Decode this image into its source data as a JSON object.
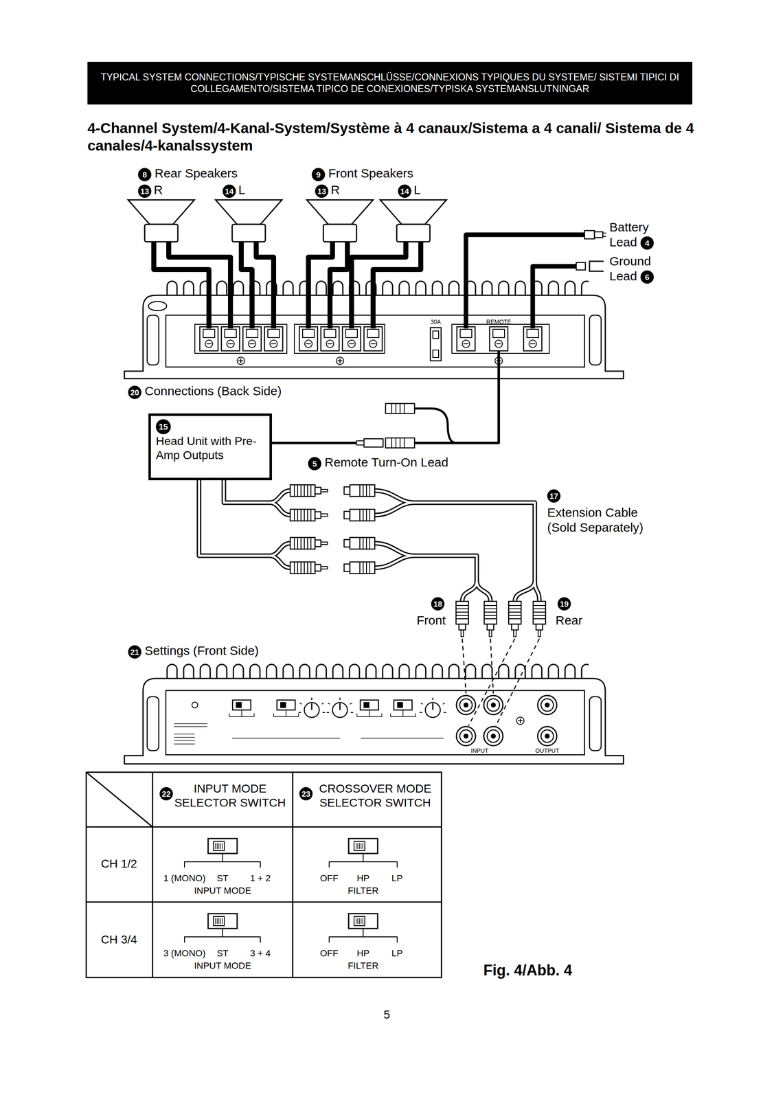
{
  "diagram": {
    "title": "4-Channel System/4-Kanal-System/Système à 4 canaux/Sistema a 4 canali/ Sistema de 4 canales/4-kanalssystem",
    "caption": "Fig. 4/Abb. 4",
    "nodes": [
      {
        "text": [
          "TYPICAL SYSTEM CONNECTIONS/TYPISCHE SYSTEMANSCHLÜSSE/CONNEXIONS TYPIQUES DU SYSTEME/ SISTEMI TIPICI DI COLLEGAMENTO/SISTEMA TIPICO DE CONEXIONES/TYPISKA SYSTEMANSLUTNINGAR"
        ]
      },
      {
        "text": [
          "15",
          "Head Unit with Pre-Amp Outputs"
        ]
      }
    ],
    "labels": [
      "8",
      "Rear Speakers",
      "9",
      "Front Speakers",
      "13",
      "R",
      "14",
      "L",
      "13",
      "R",
      "14",
      "L",
      "Battery Lead",
      "4",
      "Ground Lead",
      "6",
      "30A",
      "REMOTE",
      "20",
      "Connections (Back Side)",
      "5",
      "Remote Turn-On Lead",
      "17",
      "Extension Cable (Sold Separately)",
      "18",
      "Front",
      "19",
      "Rear",
      "21",
      "Settings (Front Side)",
      "INPUT",
      "OUTPUT",
      "22",
      "INPUT MODE SELECTOR SWITCH",
      "23",
      "CROSSOVER MODE SELECTOR SWITCH",
      "CH 1/2",
      "1 (MONO)",
      "ST",
      "1 + 2",
      "INPUT MODE",
      "OFF",
      "HP",
      "LP",
      "FILTER",
      "CH 3/4",
      "3 (MONO)",
      "ST",
      "3 + 4",
      "INPUT MODE",
      "OFF",
      "HP",
      "LP",
      "FILTER",
      "5"
    ]
  }
}
